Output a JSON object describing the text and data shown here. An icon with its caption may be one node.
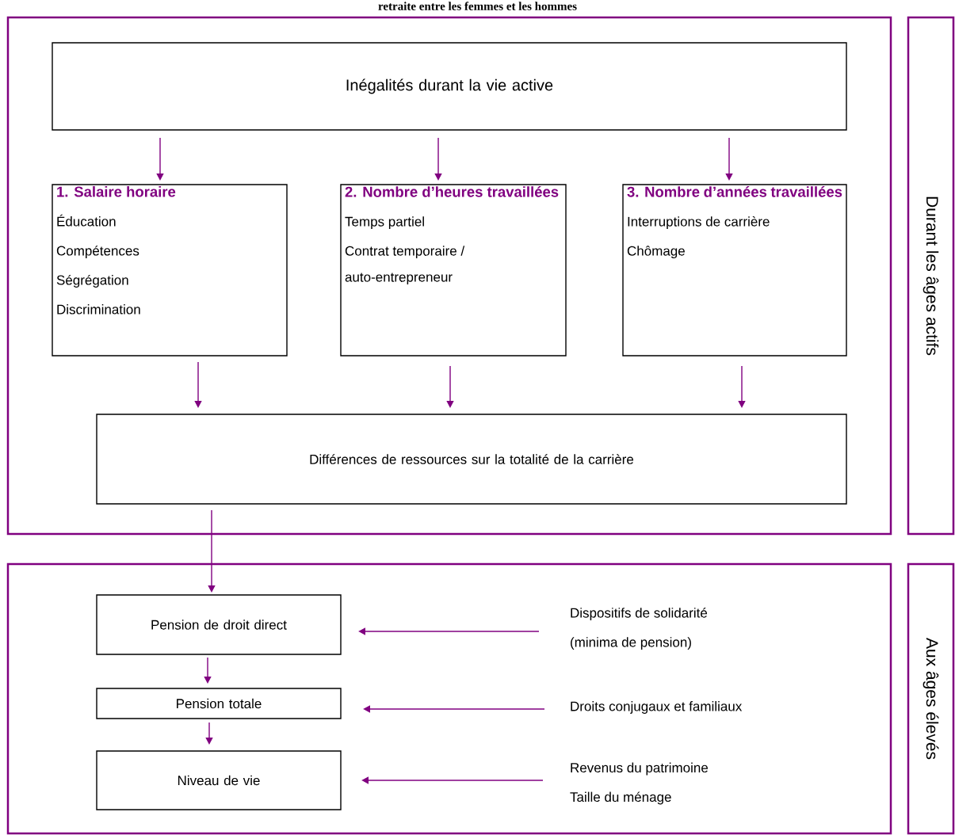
{
  "diagram": {
    "title": "retraite entre les femmes et les hommes",
    "nodes": [
      {
        "text": [],
        "shape": "box"
      },
      {
        "text": [
          "Inégalités durant la vie active"
        ],
        "in": 0
      },
      {
        "text": [
          "1. Salaire horaire",
          "Éducation",
          "Compétences",
          "Ségrégation",
          "Discrimination"
        ],
        "in": 0
      },
      {
        "text": [
          "2. Nombre d’heures travaillées",
          "Temps partiel",
          "Contrat temporaire / auto-entrepreneur"
        ],
        "in": 0
      },
      {
        "text": [
          "3. Nombre d’années travaillées",
          "Interruptions de carrière",
          "Chômage"
        ],
        "in": 0
      },
      {
        "text": [
          "Différences de ressources sur la totalité de la carrière"
        ],
        "in": 0
      },
      {
        "text": [
          "Durant les âges actifs"
        ]
      },
      {
        "text": [],
        "shape": "box"
      },
      {
        "text": [
          "Pension de droit direct"
        ],
        "in": 7
      },
      {
        "text": [
          "Pension totale"
        ],
        "in": 7
      },
      {
        "text": [
          "Niveau de vie"
        ],
        "in": 7
      },
      {
        "text": [
          "Dispositifs de solidarité",
          "(minima de pension)"
        ],
        "in": 7
      },
      {
        "text": [
          "Droits conjugaux et familiaux"
        ],
        "in": 7
      },
      {
        "text": [
          "Revenus du patrimoine",
          "Taille du ménage"
        ],
        "in": 7
      },
      {
        "text": [
          "Aux âges élevés"
        ]
      }
    ],
    "edges": [
      {
        "from": 1,
        "to": 2,
        "arrow": "to"
      },
      {
        "from": 1,
        "to": 3,
        "arrow": "to"
      },
      {
        "from": 1,
        "to": 4,
        "arrow": "to"
      },
      {
        "from": 2,
        "to": 5,
        "arrow": "to"
      },
      {
        "from": 3,
        "to": 5,
        "arrow": "to"
      },
      {
        "from": 4,
        "to": 5,
        "arrow": "to"
      },
      {
        "from": 5,
        "to": 8,
        "arrow": "to"
      },
      {
        "from": 8,
        "to": 9,
        "arrow": "to"
      },
      {
        "from": 9,
        "to": 10,
        "arrow": "to"
      },
      {
        "from": 11,
        "to": 8,
        "arrow": "to"
      },
      {
        "from": 12,
        "to": 9,
        "arrow": "to"
      },
      {
        "from": 13,
        "to": 10,
        "arrow": "to"
      }
    ]
  }
}
